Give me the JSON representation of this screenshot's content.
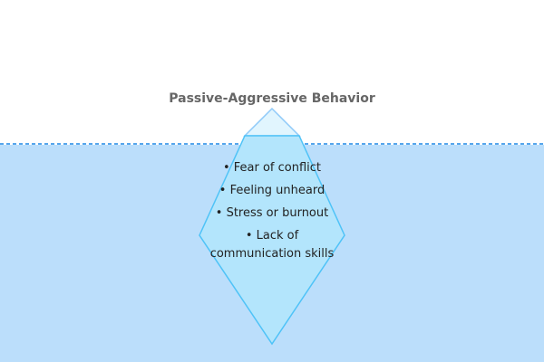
{
  "title": "Passive-Aggressive Behavior",
  "causes": [
    "• Fear of conflict",
    "• Feeling unheard",
    "• Stress or burnout",
    "• Lack of communication skills"
  ],
  "colors": {
    "water": "#bbdefb",
    "waterline": "#1e88e5",
    "tip_fill": "#e1f5fe",
    "tip_stroke": "#90caf9",
    "body_fill": "#b3e5fc",
    "body_stroke": "#4fc3f7",
    "title": "#666666"
  }
}
